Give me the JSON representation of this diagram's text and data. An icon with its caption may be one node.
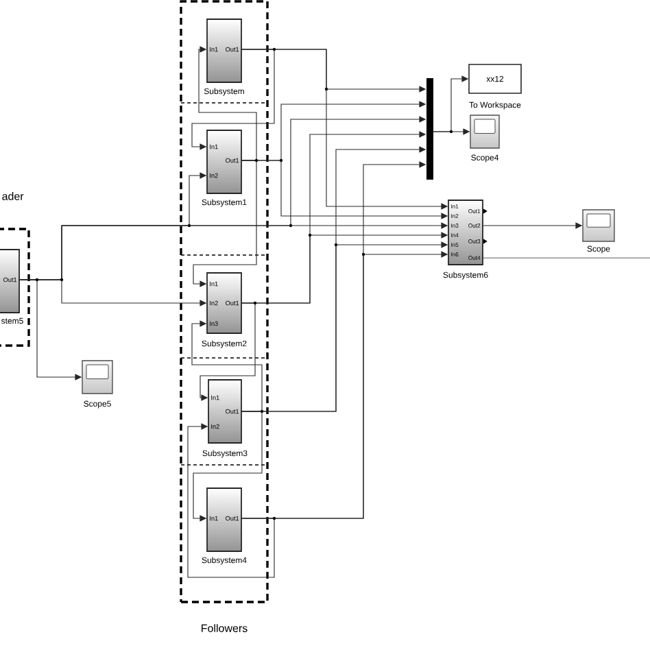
{
  "diagram": {
    "nodes": [
      {
        "text": [
          "ader"
        ]
      },
      {
        "text": [
          "Out1"
        ],
        "beside": [
          "stem5"
        ],
        "in": 0
      },
      {
        "text": [
          "Followers"
        ]
      },
      {
        "text": [
          "In1",
          "Out1"
        ],
        "beside": [
          "Subsystem"
        ],
        "in": 2
      },
      {
        "text": [
          "In1",
          "In2",
          "Out1"
        ],
        "beside": [
          "Subsystem1"
        ],
        "in": 2
      },
      {
        "text": [
          "In1",
          "In2",
          "In3",
          "Out1"
        ],
        "beside": [
          "Subsystem2"
        ],
        "in": 2
      },
      {
        "text": [
          "In1",
          "In2",
          "Out1"
        ],
        "beside": [
          "Subsystem3"
        ],
        "in": 2
      },
      {
        "text": [
          "In1",
          "Out1"
        ],
        "beside": [
          "Subsystem4"
        ],
        "in": 2
      },
      {
        "text": [],
        "shape": "bar"
      },
      {
        "text": [
          "xx12"
        ],
        "beside": [
          "To Workspace"
        ]
      },
      {
        "text": [],
        "shape": "box",
        "beside": [
          "Scope4"
        ]
      },
      {
        "text": [
          "In1",
          "In2",
          "In3",
          "In4",
          "In5",
          "In6",
          "Out1",
          "Out2",
          "Out3",
          "Out4"
        ],
        "beside": [
          "Subsystem6"
        ]
      },
      {
        "text": [],
        "shape": "box",
        "beside": [
          "Scope"
        ]
      },
      {
        "text": [],
        "shape": "box",
        "beside": [
          "Scope5"
        ]
      }
    ],
    "edges": [
      {
        "from": 1,
        "to": 13,
        "arrow": "to"
      },
      {
        "from": 1,
        "to": 4,
        "arrow": "to"
      },
      {
        "from": 1,
        "to": 5,
        "arrow": "to"
      },
      {
        "from": 1,
        "to": 8,
        "arrow": "to"
      },
      {
        "from": 1,
        "to": 11,
        "arrow": "to"
      },
      {
        "from": 3,
        "to": 4,
        "arrow": "to"
      },
      {
        "from": 3,
        "to": 8,
        "arrow": "to"
      },
      {
        "from": 3,
        "to": 11,
        "arrow": "to"
      },
      {
        "from": 4,
        "to": 3,
        "arrow": "to"
      },
      {
        "from": 4,
        "to": 5,
        "arrow": "to"
      },
      {
        "from": 4,
        "to": 8,
        "arrow": "to"
      },
      {
        "from": 4,
        "to": 11,
        "arrow": "to"
      },
      {
        "from": 5,
        "to": 6,
        "arrow": "to"
      },
      {
        "from": 5,
        "to": 8,
        "arrow": "to"
      },
      {
        "from": 5,
        "to": 11,
        "arrow": "to"
      },
      {
        "from": 6,
        "to": 5,
        "arrow": "to"
      },
      {
        "from": 6,
        "to": 7,
        "arrow": "to"
      },
      {
        "from": 6,
        "to": 8,
        "arrow": "to"
      },
      {
        "from": 6,
        "to": 11,
        "arrow": "to"
      },
      {
        "from": 7,
        "to": 6,
        "arrow": "to"
      },
      {
        "from": 7,
        "to": 8,
        "arrow": "to"
      },
      {
        "from": 7,
        "to": 11,
        "arrow": "to"
      },
      {
        "from": 8,
        "to": 9,
        "arrow": "to"
      },
      {
        "from": 8,
        "to": 10,
        "arrow": "to"
      },
      {
        "from": 11,
        "to": 12,
        "arrow": "to"
      },
      {
        "from": 11,
        "to": null,
        "arrow": "none"
      }
    ]
  }
}
